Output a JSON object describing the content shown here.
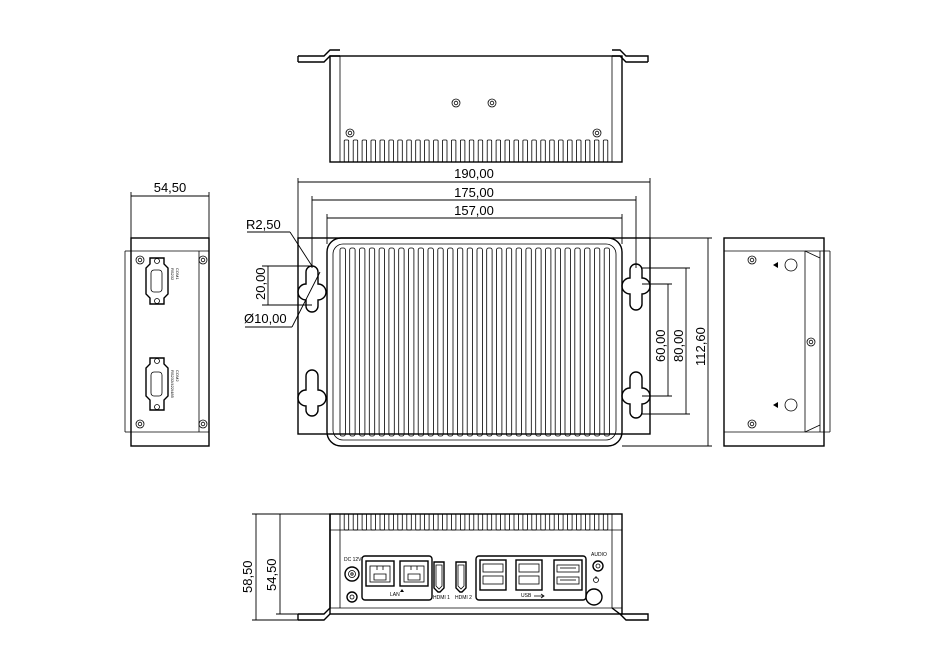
{
  "dimensions": {
    "side_width": "54,50",
    "width_overall": "190,00",
    "width_holes": "175,00",
    "width_body": "157,00",
    "radius": "R2,50",
    "slot_height": "20,00",
    "hole_diameter": "Ø10,00",
    "hole_spacing_a": "60,00",
    "hole_spacing_b": "80,00",
    "depth_overall": "112,60",
    "height_overall": "58,50",
    "height_body": "54,50"
  },
  "left_side_labels": {
    "com1_title": "COM1",
    "com1_sub": "RS232",
    "com2_title": "COM2",
    "com2_sub": "RS232/422/485"
  },
  "front_panel_labels": {
    "dc": "DC 12V",
    "lan": "LAN",
    "hdmi1": "HDMI 1",
    "hdmi2": "HDMI 2",
    "usb": "USB",
    "audio": "AUDIO"
  }
}
